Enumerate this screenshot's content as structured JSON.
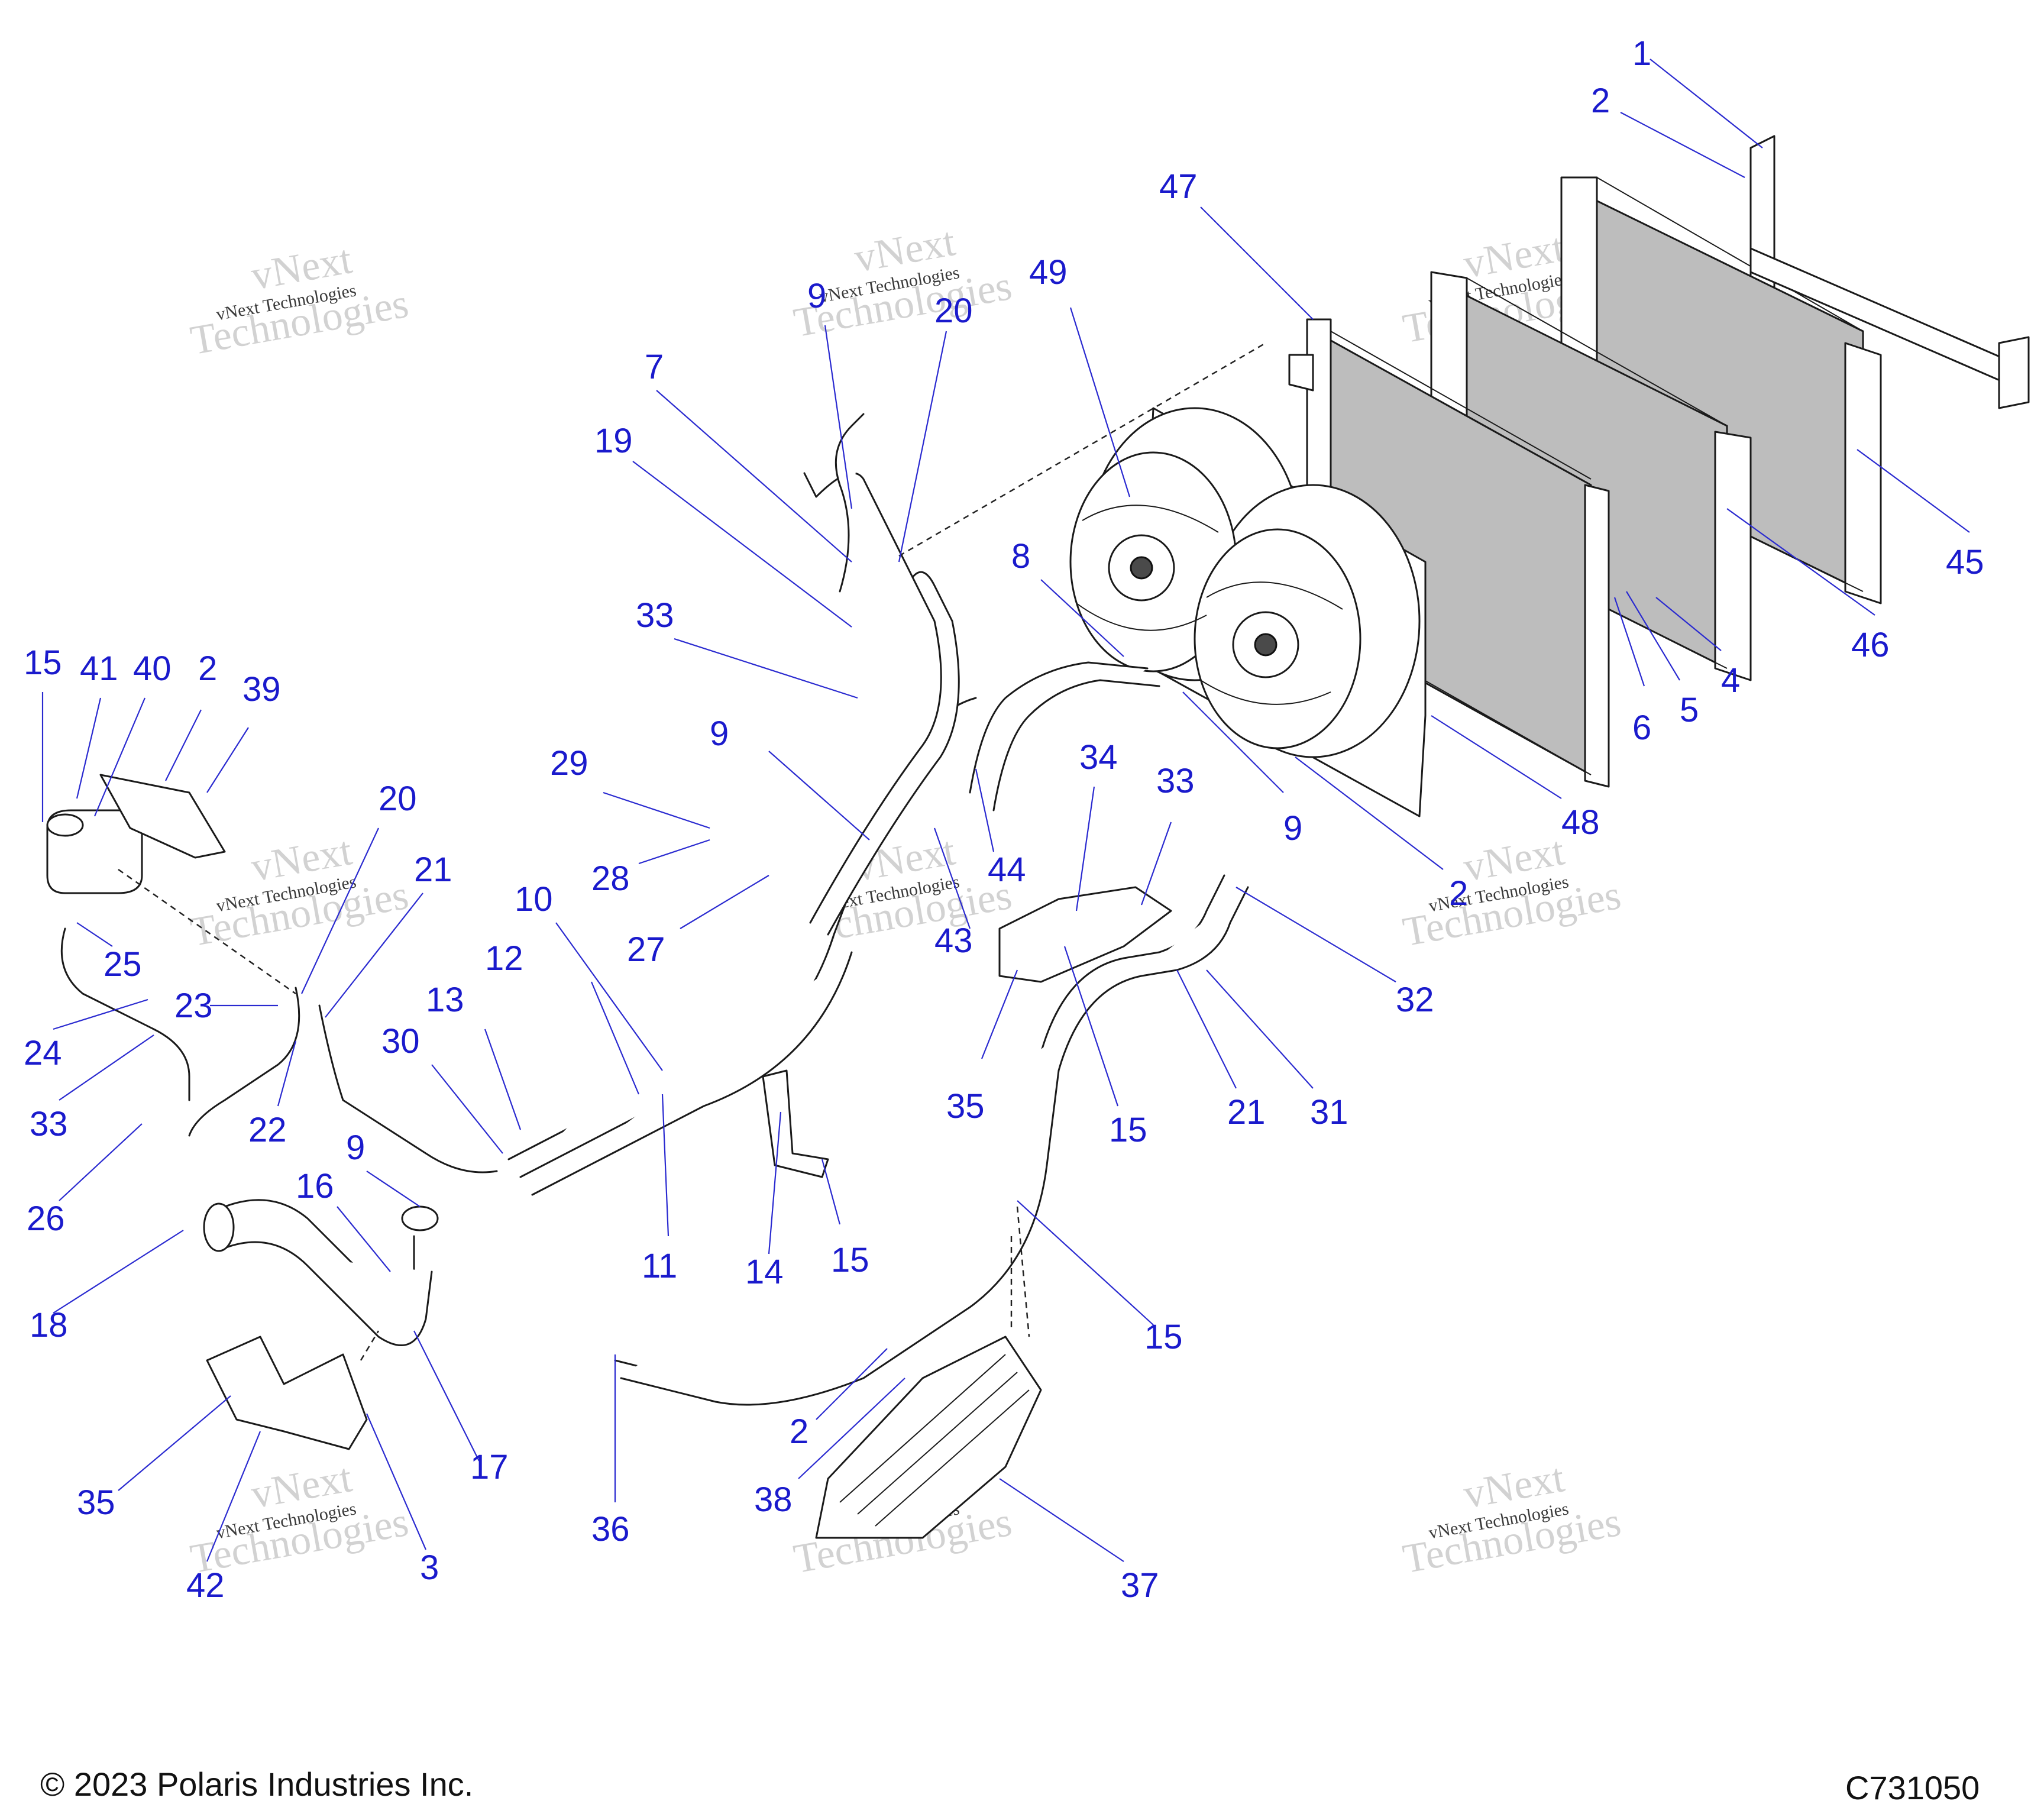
{
  "diagram": {
    "footer": {
      "copyright": "© 2023 Polaris Industries Inc.",
      "drawing_number": "C731050"
    },
    "watermark": {
      "line1": "vNext Technologies",
      "line2": "Technologies",
      "top": "vNext"
    },
    "callouts": [
      "1",
      "2",
      "47",
      "49",
      "9",
      "20",
      "7",
      "19",
      "33",
      "8",
      "45",
      "46",
      "4",
      "5",
      "6",
      "48",
      "9",
      "2",
      "15",
      "41",
      "40",
      "2",
      "39",
      "20",
      "21",
      "29",
      "28",
      "27",
      "9",
      "44",
      "43",
      "34",
      "33",
      "32",
      "31",
      "21",
      "15",
      "35",
      "10",
      "12",
      "13",
      "30",
      "25",
      "24",
      "23",
      "22",
      "33",
      "26",
      "11",
      "14",
      "15",
      "16",
      "9",
      "18",
      "17",
      "15",
      "36",
      "2",
      "38",
      "37",
      "35",
      "42",
      "3"
    ],
    "colors": {
      "callout": "#1a1acc",
      "leader": "#2a2ad0",
      "linework": "#1a1a1a",
      "radiator_core": "#bdbdbd"
    }
  }
}
